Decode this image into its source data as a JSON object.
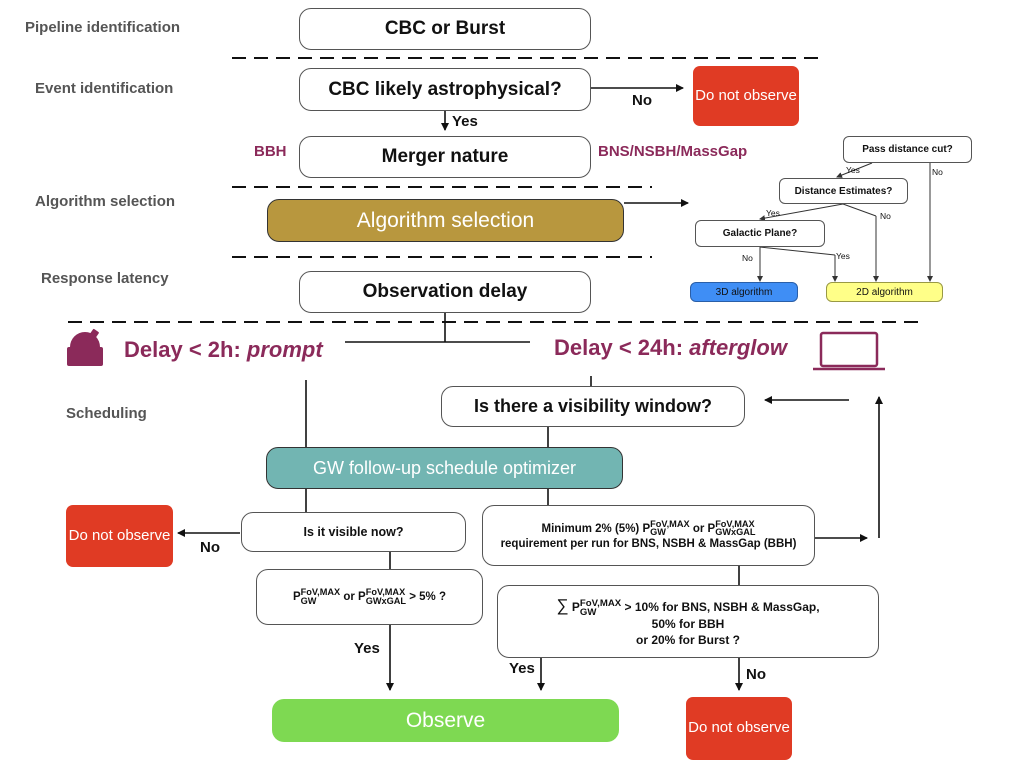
{
  "sections": {
    "pipeline": "Pipeline identification",
    "event": "Event identification",
    "algorithm": "Algorithm selection",
    "latency": "Response latency",
    "scheduling": "Scheduling"
  },
  "nodes": {
    "cbc_burst": "CBC or Burst",
    "likely_astro": "CBC likely astrophysical?",
    "merger_nature": "Merger nature",
    "algorithm_selection": "Algorithm selection",
    "observation_delay": "Observation delay",
    "visibility_window": "Is there a visibility window?",
    "schedule_optimizer": "GW follow-up schedule optimizer",
    "visible_now": "Is it visible now?",
    "observe": "Observe",
    "do_not_observe": "Do not observe"
  },
  "labels": {
    "yes": "Yes",
    "no": "No",
    "bbh": "BBH",
    "bns_group": "BNS/NSBH/MassGap",
    "prompt_prefix": "Delay < 2h: ",
    "prompt_word": "prompt",
    "afterglow_prefix": "Delay < 24h: ",
    "afterglow_word": "afterglow"
  },
  "formulas": {
    "P": "P",
    "sup": "FoV,MAX",
    "gw": "GW",
    "gwxgal": "GWxGAL",
    "or": "or",
    "min_pre": "Minimum 2% (5%)",
    "min_line2": "requirement per run for BNS, NSBH & MassGap (BBH)",
    "thresh5": "> 5% ?",
    "sum_symbol": "∑",
    "sum_line1_tail": "> 10% for BNS, NSBH & MassGap,",
    "sum_line2": "50% for BBH",
    "sum_line3": "or 20%  for Burst ?"
  },
  "mini_tree": {
    "pass_distance": "Pass distance cut?",
    "distance_estimates": "Distance Estimates?",
    "galactic_plane": "Galactic Plane?",
    "algo_3d": "3D algorithm",
    "algo_2d": "2D algorithm",
    "yes": "Yes",
    "no": "No"
  },
  "colors": {
    "red": "#e03b24",
    "purple": "#8b2a5a",
    "gold": "#b8973e",
    "teal": "#72b5b2",
    "green": "#7ed952",
    "blue_3d": "#3f8ef5",
    "yellow_2d": "#ffff88"
  },
  "icons": [
    "telescope-icon",
    "laptop-icon"
  ]
}
